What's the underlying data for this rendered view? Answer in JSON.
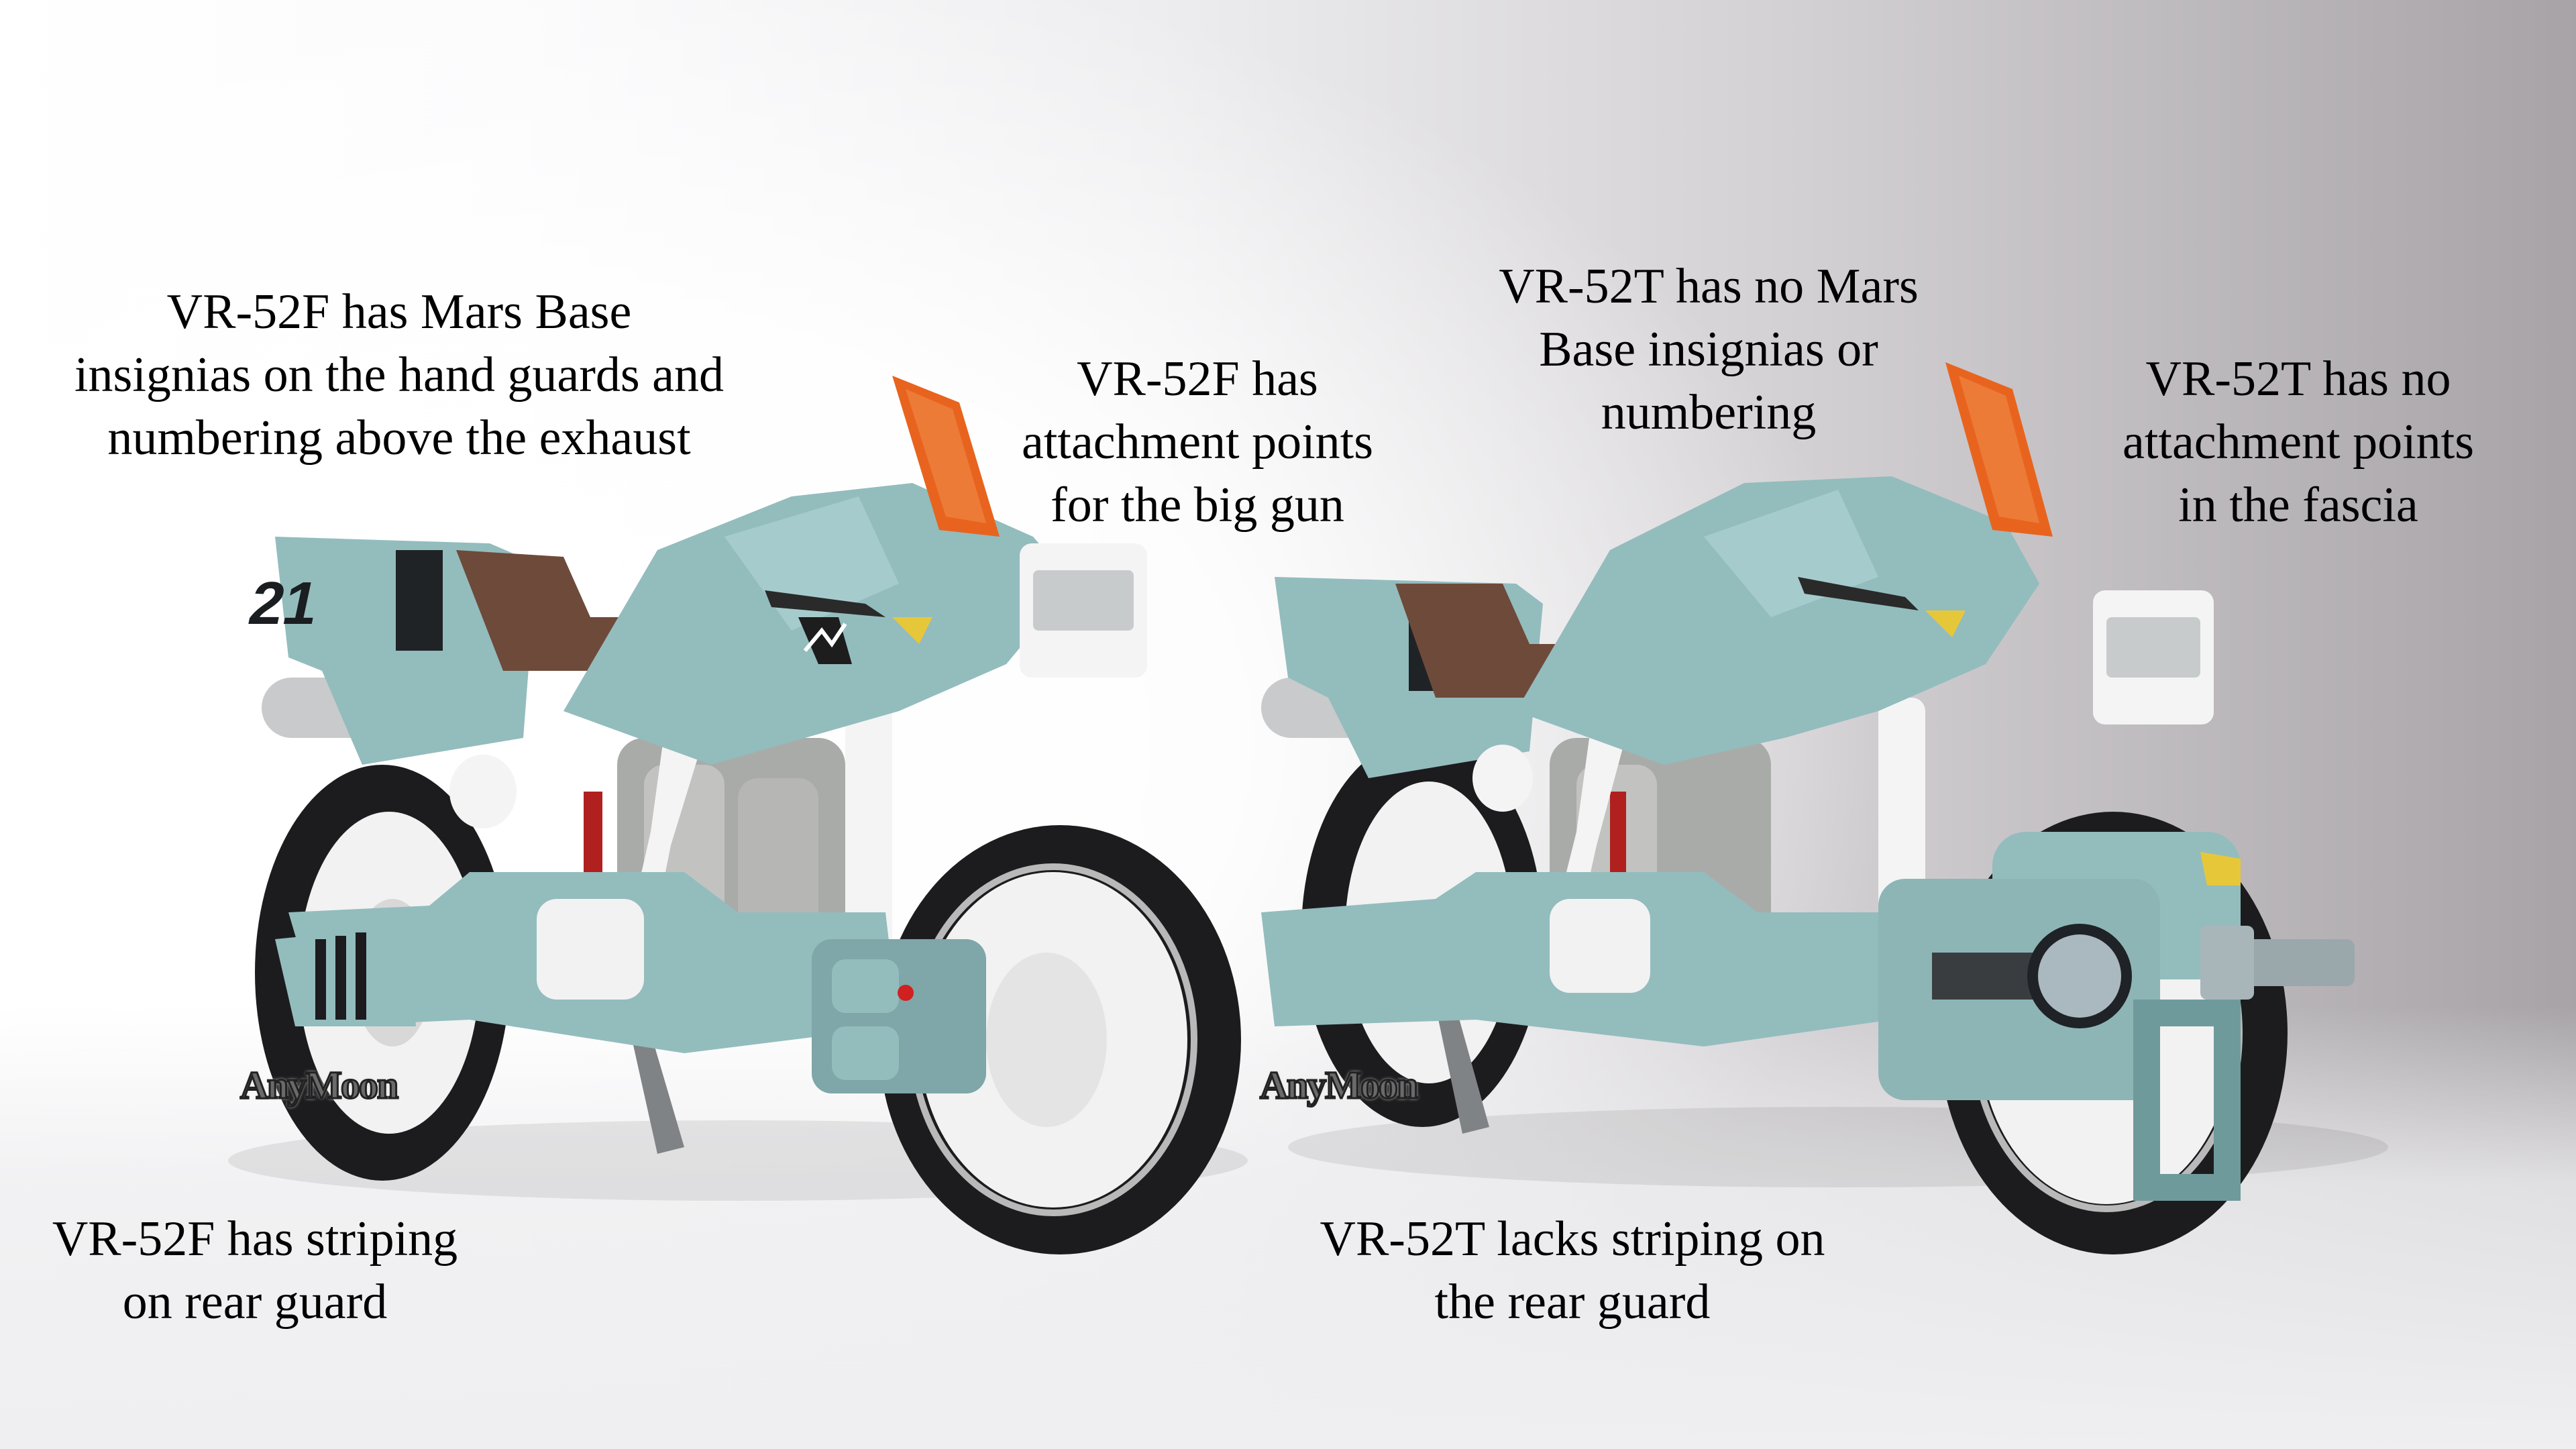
{
  "captions": {
    "f_insignia": {
      "lines": [
        "VR-52F has Mars Base",
        "insignias on the hand guards and",
        "numbering above the exhaust"
      ]
    },
    "f_attachment": {
      "lines": [
        "VR-52F has",
        "attachment points",
        "for the big gun"
      ]
    },
    "t_insignia": {
      "lines": [
        "VR-52T has no Mars",
        "Base insignias or",
        "numbering"
      ]
    },
    "t_attachment": {
      "lines": [
        "VR-52T has no",
        "attachment points",
        "in the fascia"
      ]
    },
    "f_striping": {
      "lines": [
        "VR-52F has striping",
        "on rear guard"
      ]
    },
    "t_striping": {
      "lines": [
        "VR-52T lacks striping on",
        "the rear guard"
      ]
    }
  },
  "bikes": {
    "left": {
      "model": "VR-52F",
      "number_decal": "21"
    },
    "right": {
      "model": "VR-52T"
    }
  },
  "watermarks": [
    "AnyMoon",
    "AnyMoon"
  ],
  "colors": {
    "body": "#93bcbd",
    "body_shadow": "#6f9a9c",
    "seat": "#6e4a3a",
    "tire": "#1c1c1e",
    "rim": "#f2f2f2",
    "windshield": "#e8641e",
    "indicator": "#e7c73a",
    "engine": "#a9aba9",
    "frame_white": "#f4f4f4",
    "text": "#000000"
  }
}
